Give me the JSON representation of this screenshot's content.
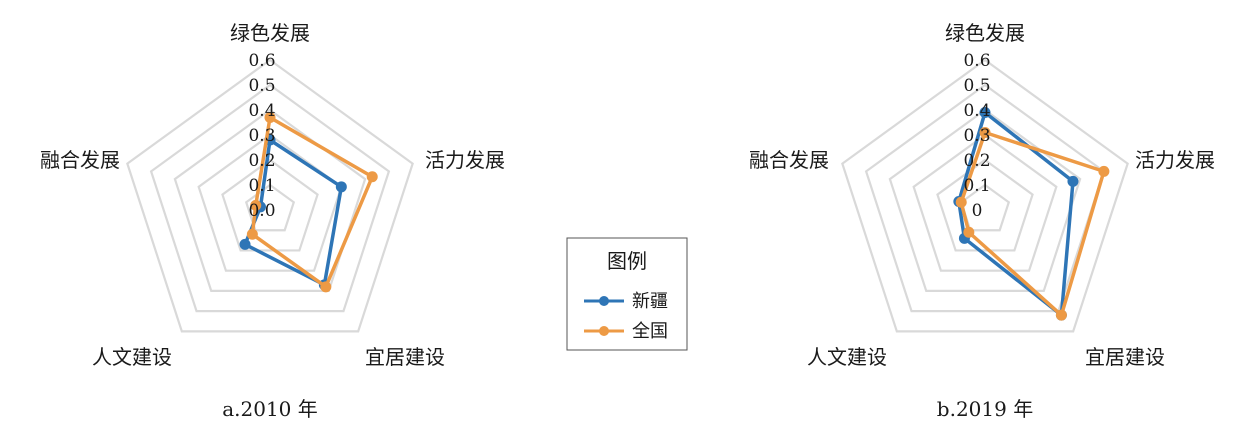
{
  "chart_data": [
    {
      "type": "radar",
      "caption": "a.2010 年",
      "axes": [
        "绿色发展",
        "活力发展",
        "宜居建设",
        "人文建设",
        "融合发展"
      ],
      "rlim": [
        0,
        0.6
      ],
      "ticks": [
        "0.0",
        "0.1",
        "0.2",
        "0.3",
        "0.4",
        "0.5",
        "0.6"
      ],
      "grid": true,
      "series": [
        {
          "name": "新疆",
          "color": "#2e75b6",
          "values": [
            0.28,
            0.3,
            0.37,
            0.17,
            0.04
          ]
        },
        {
          "name": "全国",
          "color": "#ed9a45",
          "values": [
            0.37,
            0.43,
            0.38,
            0.12,
            0.06
          ]
        }
      ]
    },
    {
      "type": "radar",
      "caption": "b.2019 年",
      "axes": [
        "绿色发展",
        "活力发展",
        "宜居建设",
        "人文建设",
        "融合发展"
      ],
      "rlim": [
        0,
        0.6
      ],
      "ticks": [
        "0",
        "0.1",
        "0.2",
        "0.3",
        "0.4",
        "0.5",
        "0.6"
      ],
      "grid": true,
      "series": [
        {
          "name": "新疆",
          "color": "#2e75b6",
          "values": [
            0.39,
            0.37,
            0.52,
            0.14,
            0.11
          ]
        },
        {
          "name": "全国",
          "color": "#ed9a45",
          "values": [
            0.31,
            0.5,
            0.52,
            0.11,
            0.1
          ]
        }
      ]
    }
  ],
  "legend": {
    "title": "图例",
    "placement": "center",
    "items": [
      {
        "name": "新疆",
        "color": "#2e75b6"
      },
      {
        "name": "全国",
        "color": "#ed9a45"
      }
    ]
  }
}
